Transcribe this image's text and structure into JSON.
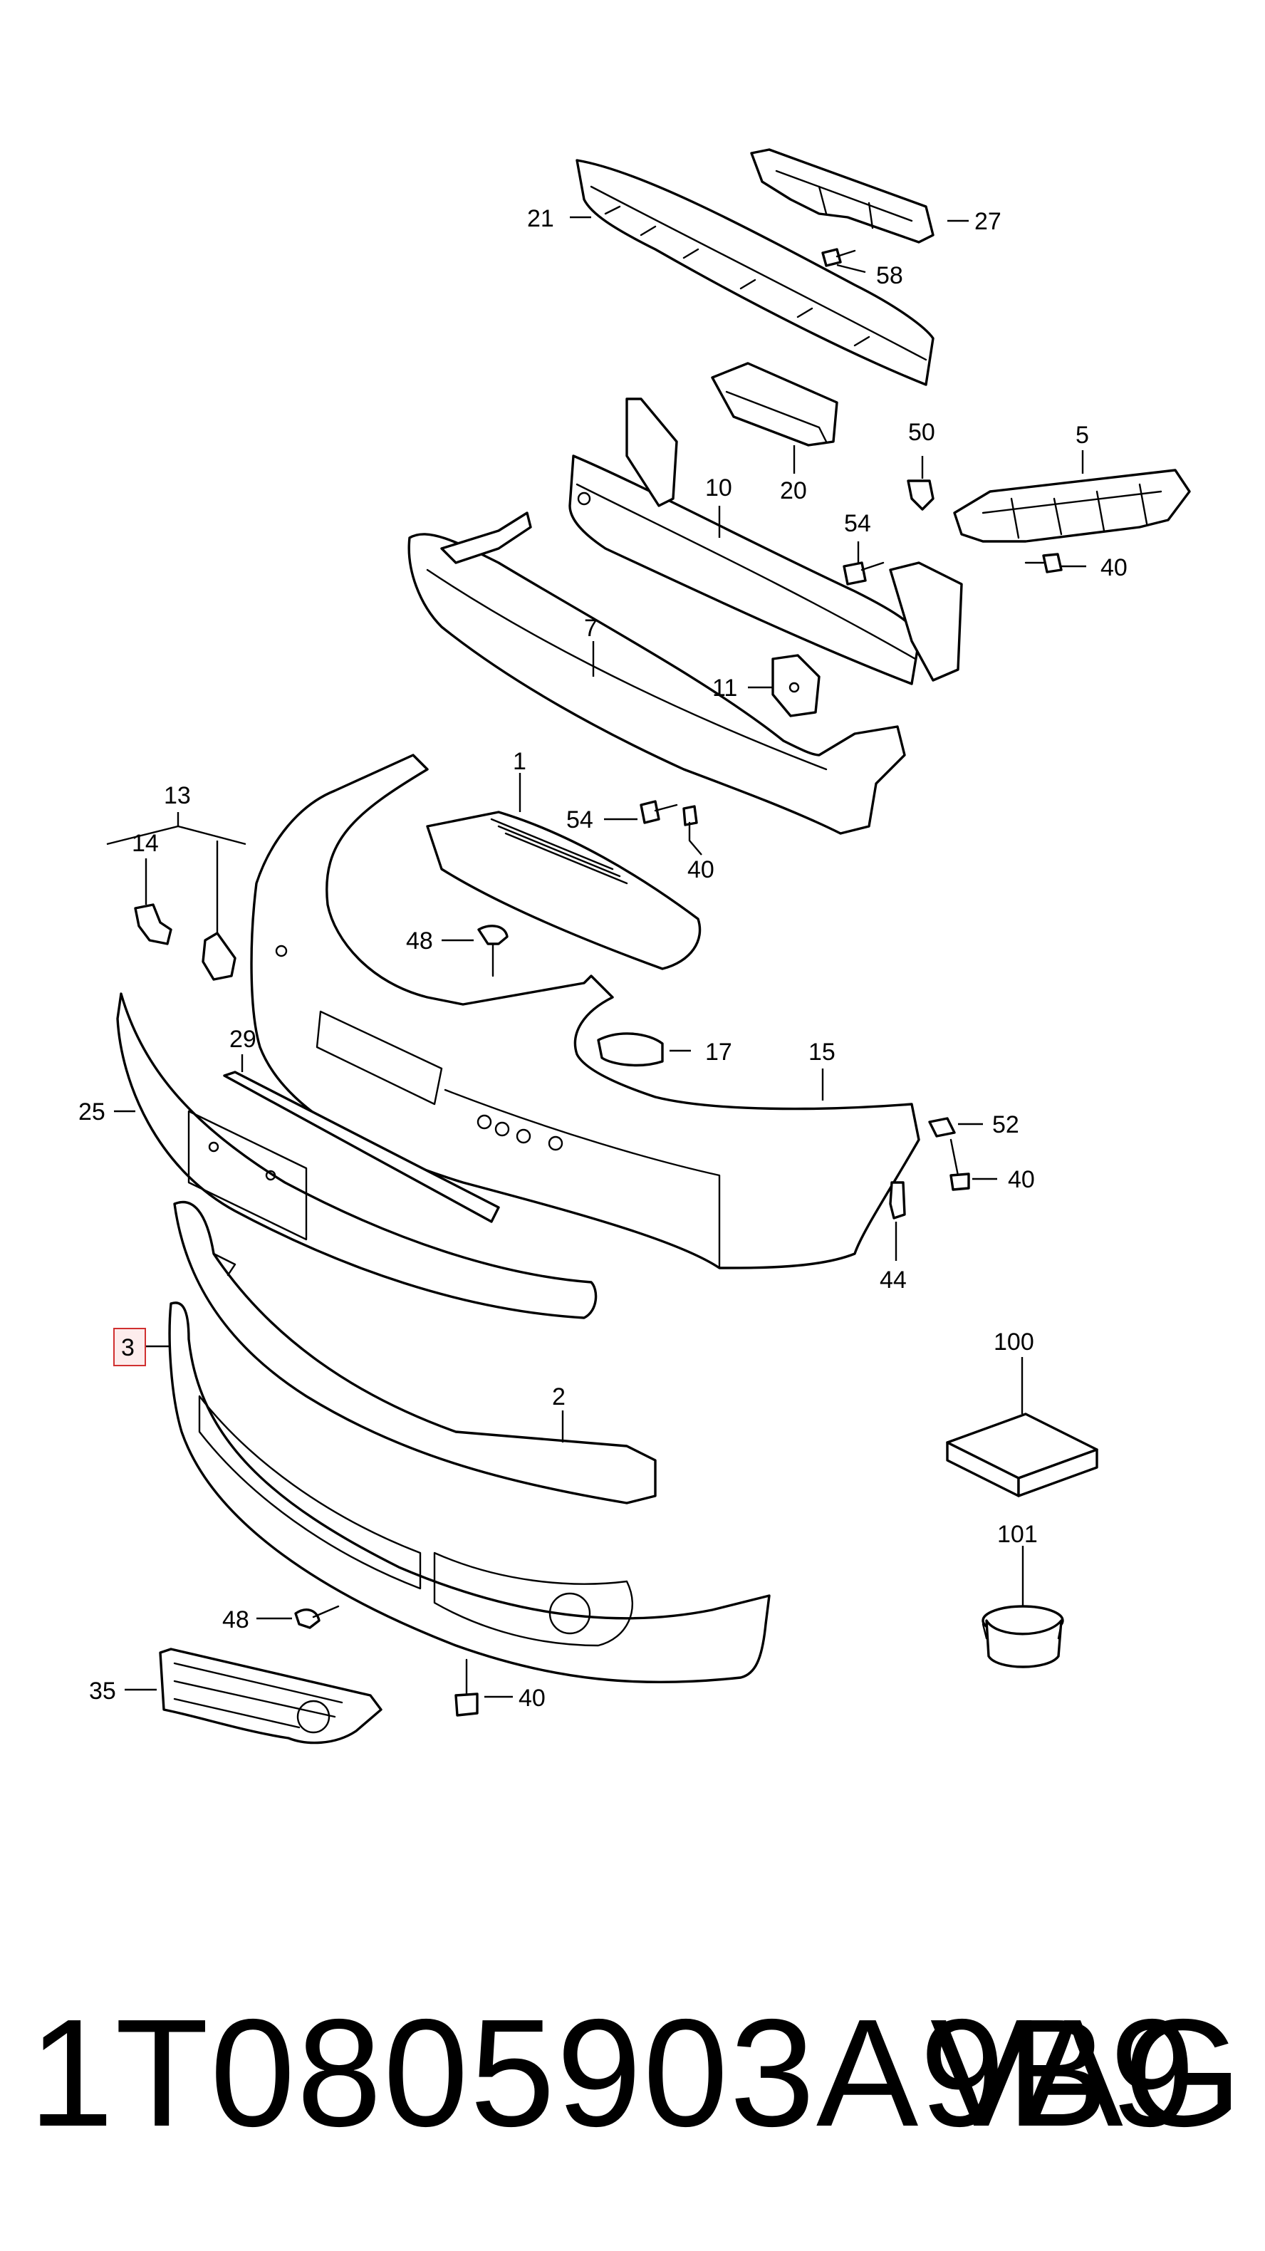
{
  "diagram": {
    "callouts": {
      "c1": "1",
      "c2": "2",
      "c3": "3",
      "c5": "5",
      "c7": "7",
      "c10": "10",
      "c11": "11",
      "c13": "13",
      "c14": "14",
      "c15": "15",
      "c17": "17",
      "c20": "20",
      "c21": "21",
      "c25": "25",
      "c27": "27",
      "c29": "29",
      "c35": "35",
      "c40a": "40",
      "c40b": "40",
      "c40c": "40",
      "c40d": "40",
      "c44": "44",
      "c48a": "48",
      "c48b": "48",
      "c50": "50",
      "c52": "52",
      "c54a": "54",
      "c54b": "54",
      "c58": "58",
      "c100": "100",
      "c101": "101"
    },
    "highlighted_callout": "3",
    "highlight_color": "#d03030"
  },
  "footer": {
    "part_number": "1T0805903A9B9",
    "brand": "VAG"
  }
}
